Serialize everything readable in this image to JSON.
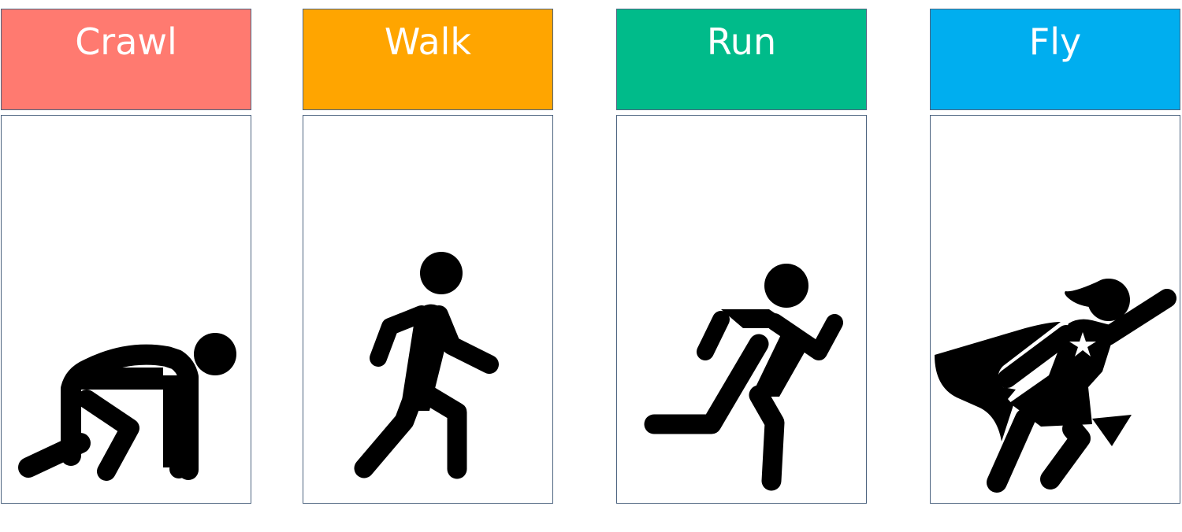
{
  "stages": [
    {
      "label": "Crawl",
      "color": "#ff7a70",
      "icon": "crawling-person-icon"
    },
    {
      "label": "Walk",
      "color": "#ffa500",
      "icon": "walking-person-icon"
    },
    {
      "label": "Run",
      "color": "#00bb8a",
      "icon": "running-person-icon"
    },
    {
      "label": "Fly",
      "color": "#00aeef",
      "icon": "flying-superhero-icon"
    }
  ]
}
